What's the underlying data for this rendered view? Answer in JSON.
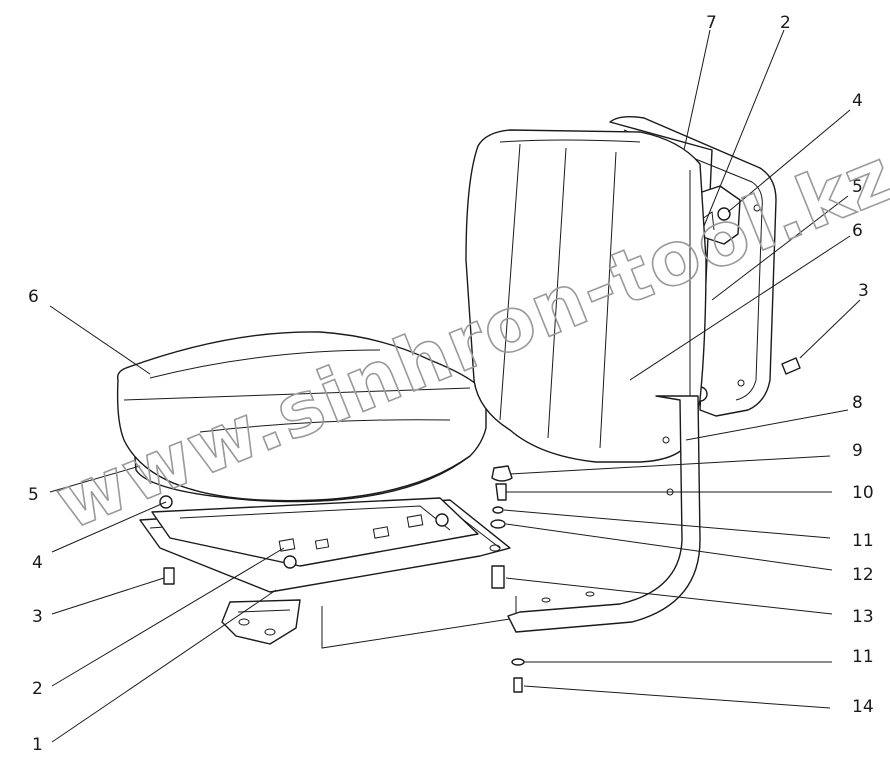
{
  "watermark": "www.sinhron-tool.kz",
  "callouts": [
    {
      "id": "c7",
      "label": "7"
    },
    {
      "id": "c2a",
      "label": "2"
    },
    {
      "id": "c4a",
      "label": "4"
    },
    {
      "id": "c5a",
      "label": "5"
    },
    {
      "id": "c6a",
      "label": "6"
    },
    {
      "id": "c3a",
      "label": "3"
    },
    {
      "id": "c8",
      "label": "8"
    },
    {
      "id": "c9",
      "label": "9"
    },
    {
      "id": "c10",
      "label": "10"
    },
    {
      "id": "c11a",
      "label": "11"
    },
    {
      "id": "c12",
      "label": "12"
    },
    {
      "id": "c13",
      "label": "13"
    },
    {
      "id": "c11b",
      "label": "11"
    },
    {
      "id": "c14",
      "label": "14"
    },
    {
      "id": "c6b",
      "label": "6"
    },
    {
      "id": "c5b",
      "label": "5"
    },
    {
      "id": "c4b",
      "label": "4"
    },
    {
      "id": "c3b",
      "label": "3"
    },
    {
      "id": "c2b",
      "label": "2"
    },
    {
      "id": "c1",
      "label": "1"
    }
  ]
}
